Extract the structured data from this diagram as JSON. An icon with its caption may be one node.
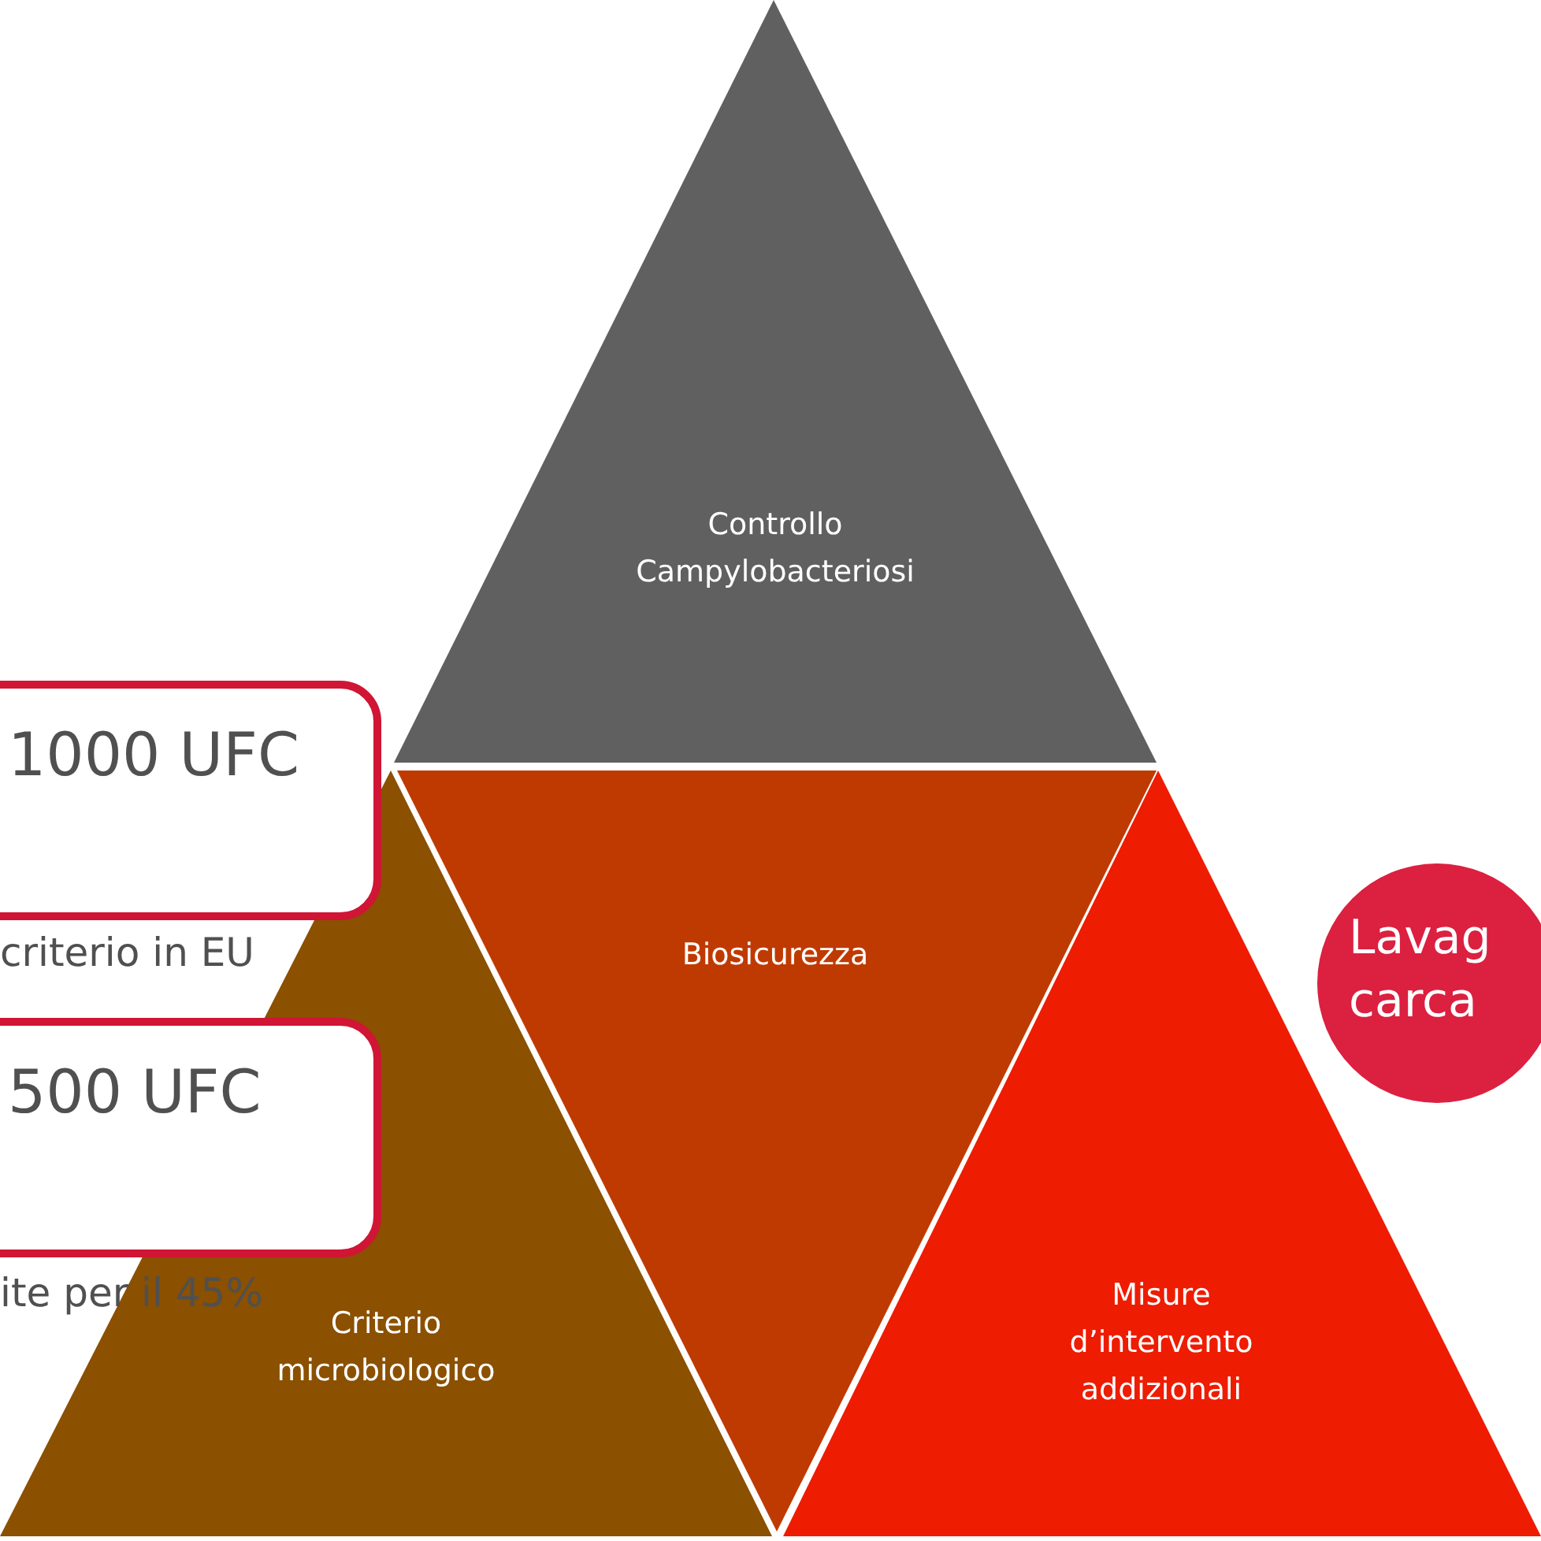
{
  "diagram": {
    "nodes": [
      {
        "text": [
          "Controllo Campylobacteriosi"
        ]
      },
      {
        "text": [
          "1000 UFC"
        ]
      },
      {
        "text": [
          "Biosicurezza"
        ]
      },
      {
        "text": [
          "500 UFC"
        ]
      },
      {
        "text": [
          "Lavag carca"
        ]
      },
      {
        "text": [
          "Criterio microbiologico"
        ]
      },
      {
        "text": [
          "Misure d’intervento addizionali"
        ]
      }
    ],
    "labels": [
      "criterio in EU",
      "ite per il 45%"
    ]
  }
}
